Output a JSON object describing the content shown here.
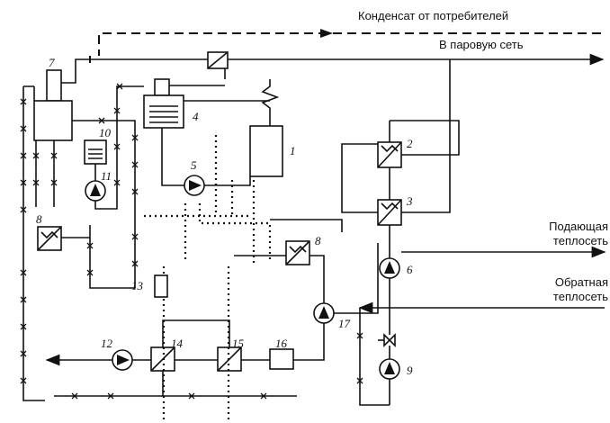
{
  "labels": {
    "condensate": "Конденсат от потребителей",
    "steam_net": "В паровую сеть",
    "supply_1": "Подающая",
    "supply_2": "теплосеть",
    "return_1": "Обратная",
    "return_2": "теплосеть"
  },
  "numbers": {
    "n1": "1",
    "n2": "2",
    "n3": "3",
    "n4": "4",
    "n5": "5",
    "n6": "6",
    "n7": "7",
    "n8a": "8",
    "n8b": "8",
    "n9": "9",
    "n10": "10",
    "n11": "11",
    "n12": "12",
    "n13": "13",
    "n14": "14",
    "n15": "15",
    "n16": "16",
    "n17": "17"
  }
}
